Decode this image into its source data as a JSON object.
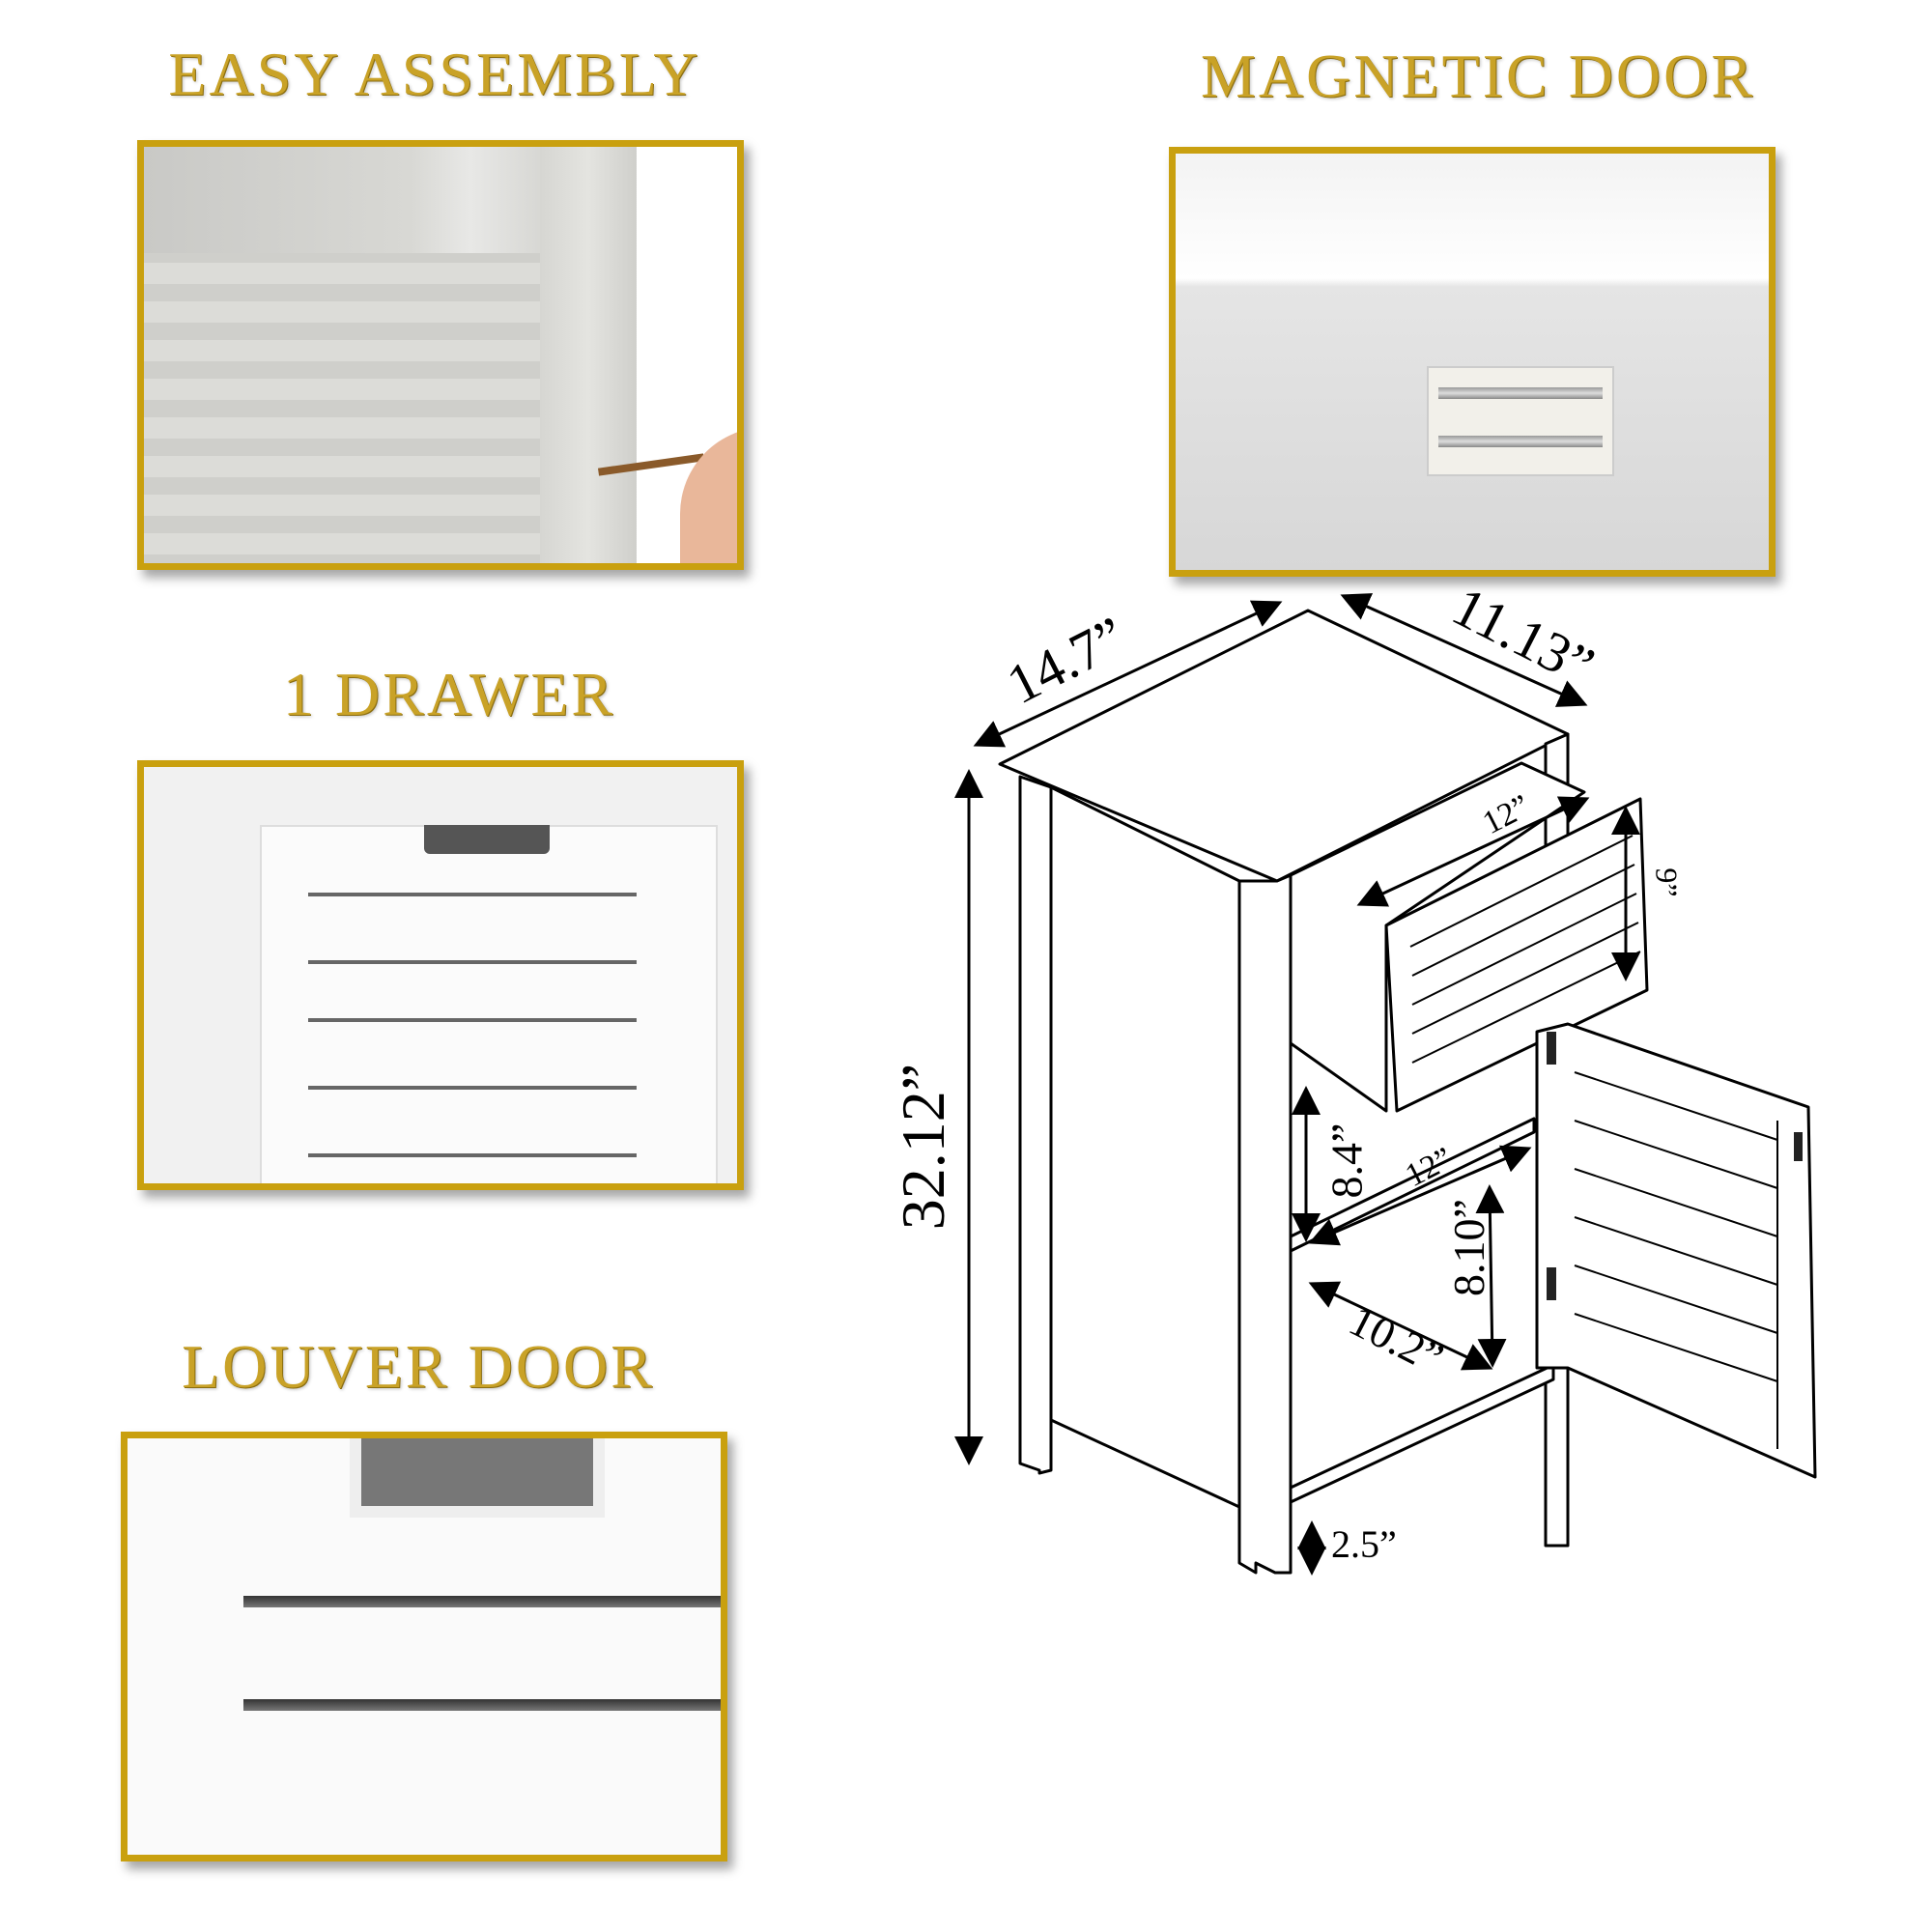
{
  "features": [
    {
      "title": "EASY ASSEMBLY",
      "image": "screwdriver-assembly-photo"
    },
    {
      "title": "MAGNETIC DOOR",
      "image": "magnetic-catch-photo"
    },
    {
      "title": "1 DRAWER",
      "image": "louvered-drawer-photo"
    },
    {
      "title": "LOUVER DOOR",
      "image": "louver-door-closeup-photo"
    }
  ],
  "dimensions": {
    "width": "14.7”",
    "depth": "11.13”",
    "height": "32.12”",
    "drawer_depth": "12”",
    "drawer_height": "9”",
    "shelf_gap": "8.4”",
    "shelf_depth": "12”",
    "lower_height": "8.10”",
    "lower_width": "10.2”",
    "leg_height": "2.5”"
  },
  "colors": {
    "accent_gold": "#c9a00f",
    "title_gold": "#c9a227"
  }
}
